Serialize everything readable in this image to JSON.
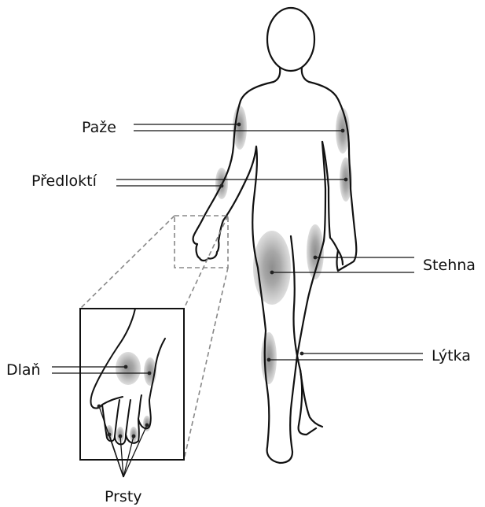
{
  "labels": {
    "paze": "Paže",
    "predlokti": "Předloktí",
    "stehna": "Stehna",
    "lytka": "Lýtka",
    "dlan": "Dlaň",
    "prsty": "Prsty"
  },
  "colors": {
    "outline": "#111111",
    "zone_light": "#cfcfcf",
    "zone_mid": "#b5b5b5",
    "zone_dark": "#9a9a9a",
    "callout": "#888888",
    "dot": "#222222"
  }
}
